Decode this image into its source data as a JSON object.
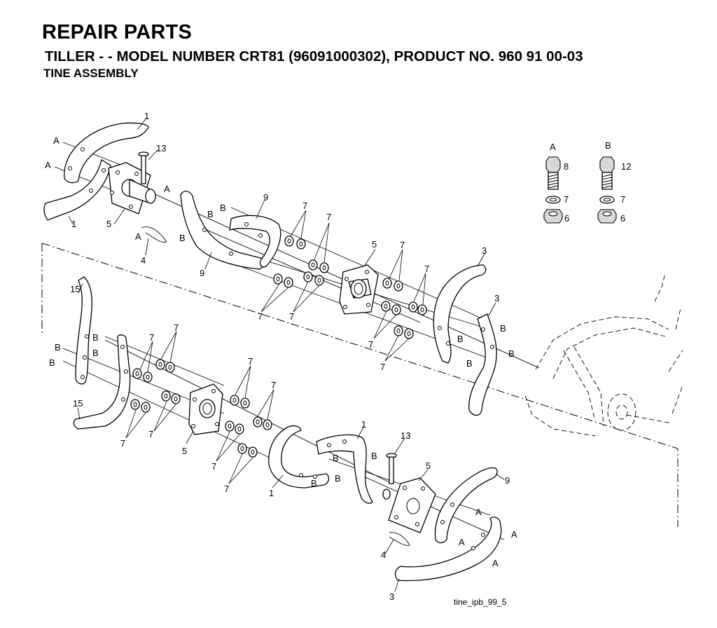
{
  "header": {
    "title": "REPAIR PARTS",
    "subtitle": "TILLER - - MODEL NUMBER CRT81 (96091000302), PRODUCT NO. 960 91 00-03",
    "section": "TINE ASSEMBLY"
  },
  "legend": {
    "group_a": {
      "letter": "A",
      "bolt": "8",
      "lock_washer": "7",
      "nut": "6"
    },
    "group_b": {
      "letter": "B",
      "bolt": "12",
      "lock_washer": "7",
      "nut": "6"
    }
  },
  "labels": {
    "a": "A",
    "b": "B",
    "p1": "1",
    "p3": "3",
    "p4": "4",
    "p5": "5",
    "p7": "7",
    "p9": "9",
    "p13": "13",
    "p15": "15"
  },
  "footer": {
    "figure_id": "tine_ipb_99_5"
  }
}
